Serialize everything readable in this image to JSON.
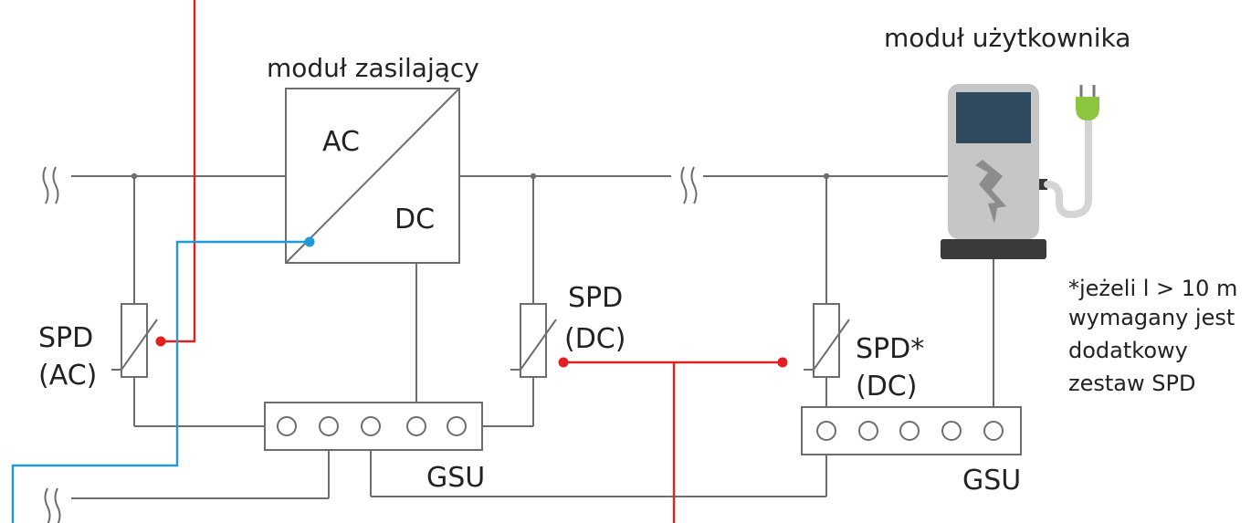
{
  "labels": {
    "power_module": "moduł zasilający",
    "user_module": "moduł użytkownika",
    "ac": "AC",
    "dc": "DC",
    "spd_ac_line1": "SPD",
    "spd_ac_line2": "(AC)",
    "spd_dc_line1": "SPD",
    "spd_dc_line2": "(DC)",
    "spd_dc2_line1": "SPD*",
    "spd_dc2_line2": "(DC)",
    "gsu_left": "GSU",
    "gsu_right": "GSU",
    "note_line1": "*jeżeli l > 10 m",
    "note_line2": "wymagany jest",
    "note_line3": "dodatkowy",
    "note_line4": "zestaw SPD"
  },
  "colors": {
    "wire": "#6d6d6d",
    "lightning_conductor": "#e2201f",
    "equipotential": "#1e9bd7",
    "charger_body": "#c6c6c6",
    "charger_screen": "#2f4a5e",
    "charger_base": "#3a3a3a",
    "plug": "#8cc63f"
  },
  "icons": {
    "break_mark": "line-break-icon",
    "charger": "ev-charger-icon",
    "plug": "plug-icon",
    "lightning": "lightning-icon"
  }
}
